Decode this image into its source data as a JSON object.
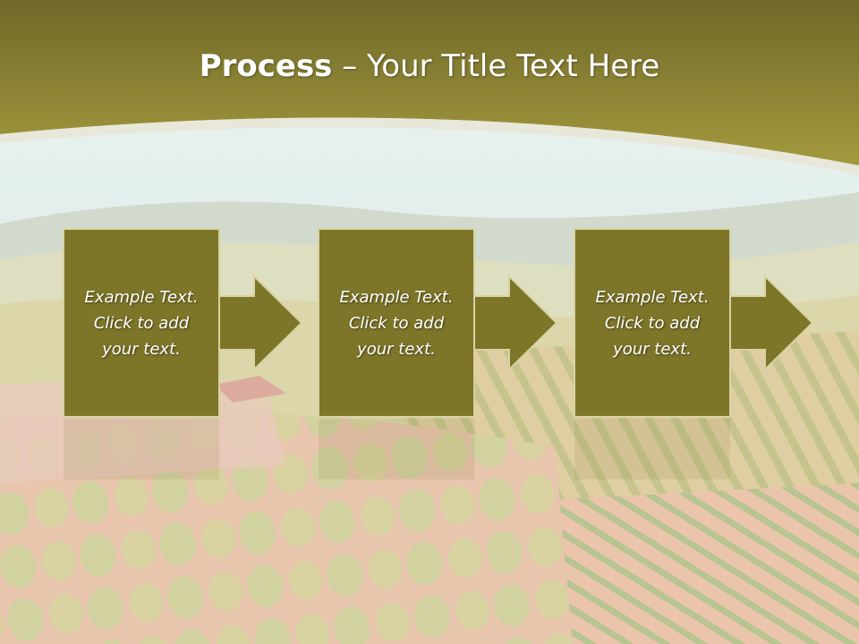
{
  "slide": {
    "title_bold": "Process",
    "title_rest": " – Your Title Text Here"
  },
  "steps": [
    {
      "line1": "Example Text.",
      "line2": "Click  to add",
      "line3": "your text."
    },
    {
      "line1": "Example Text.",
      "line2": "Click  to add",
      "line3": "your text."
    },
    {
      "line1": "Example Text.",
      "line2": "Click  to add",
      "line3": "your text."
    }
  ],
  "colors": {
    "header": "#9a8f37",
    "box_fill": "#7d7528",
    "box_border": "#d7d2a2"
  }
}
